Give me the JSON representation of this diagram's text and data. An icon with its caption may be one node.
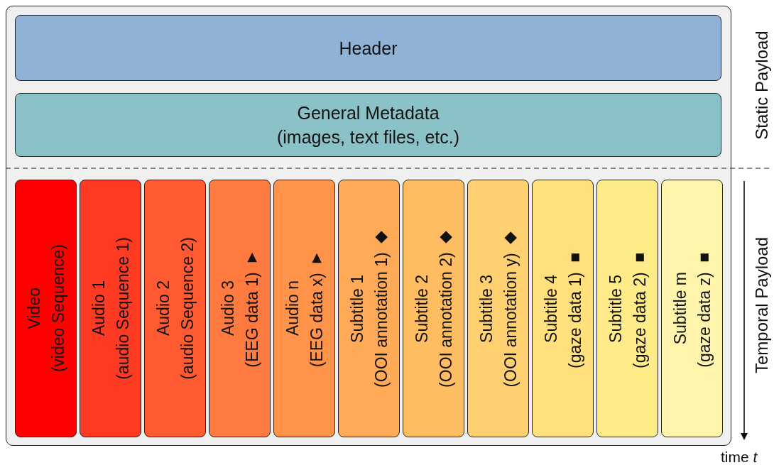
{
  "diagram": {
    "nodes": [
      {
        "text": [],
        "shape": "box"
      },
      {
        "text": [
          "Header"
        ],
        "in": 0
      },
      {
        "text": [
          "General Metadata",
          "(images, text files, etc.)"
        ],
        "in": 0
      },
      {
        "text": [
          "Video",
          "(video Sequence)"
        ],
        "in": 0
      },
      {
        "text": [
          "Audio 1",
          "(audio Sequence 1)"
        ],
        "in": 0
      },
      {
        "text": [
          "Audio 2",
          "(audio Sequence 2)"
        ],
        "in": 0
      },
      {
        "text": [
          "Audio 3",
          "(EEG data 1) ▼"
        ],
        "in": 0
      },
      {
        "text": [
          "Audio n",
          "(EEG data x) ▼"
        ],
        "in": 0
      },
      {
        "text": [
          "Subtitle 1",
          "(OOI annotation 1) ◆"
        ],
        "in": 0
      },
      {
        "text": [
          "Subtitle 2",
          "(OOI annotation 2) ◆"
        ],
        "in": 0
      },
      {
        "text": [
          "Subtitle 3",
          "(OOI annotation y) ◆"
        ],
        "in": 0
      },
      {
        "text": [
          "Subtitle 4",
          "(gaze data 1) ■"
        ],
        "in": 0
      },
      {
        "text": [
          "Subtitle 5",
          "(gaze data 2) ■"
        ],
        "in": 0
      },
      {
        "text": [
          "Subtitle m",
          "(gaze data z) ■"
        ],
        "in": 0
      }
    ],
    "edges": [],
    "labels": [
      "Static Payload",
      "Temporal Payload",
      "time *t*"
    ]
  }
}
